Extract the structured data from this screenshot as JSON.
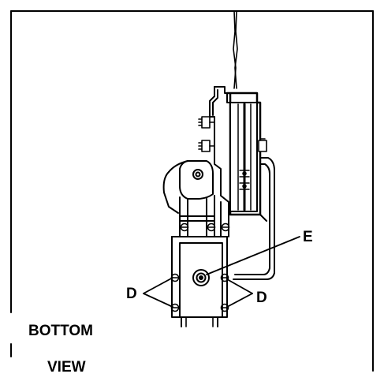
{
  "callouts": {
    "E": "E",
    "D_left": "D",
    "D_right": "D"
  },
  "view_label": {
    "line1": "BOTTOM",
    "line2": "VIEW"
  },
  "colors": {
    "ink": "#000000",
    "paper": "#ffffff"
  }
}
